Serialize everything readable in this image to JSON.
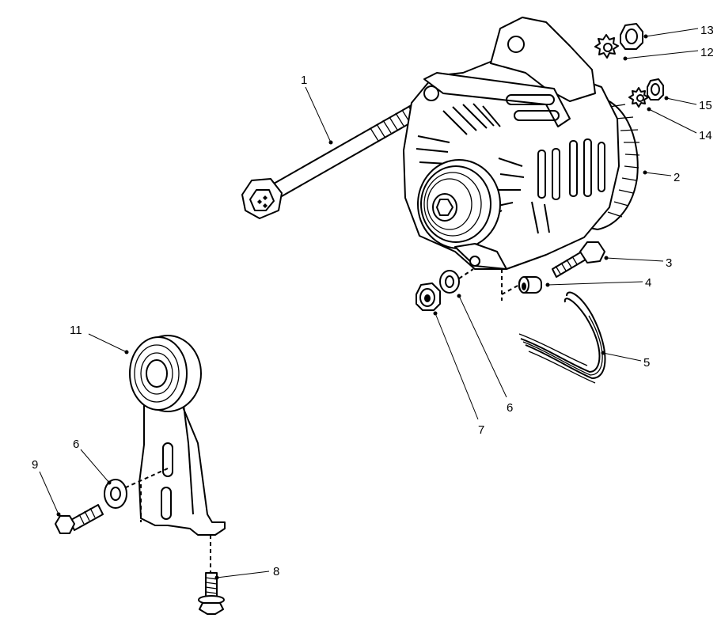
{
  "callouts": [
    {
      "id": "1",
      "label": "1"
    },
    {
      "id": "2",
      "label": "2"
    },
    {
      "id": "3",
      "label": "3"
    },
    {
      "id": "4",
      "label": "4"
    },
    {
      "id": "5",
      "label": "5"
    },
    {
      "id": "6a",
      "label": "6"
    },
    {
      "id": "6b",
      "label": "6"
    },
    {
      "id": "7",
      "label": "7"
    },
    {
      "id": "8",
      "label": "8"
    },
    {
      "id": "9",
      "label": "9"
    },
    {
      "id": "11",
      "label": "11"
    },
    {
      "id": "12",
      "label": "12"
    },
    {
      "id": "13",
      "label": "13"
    },
    {
      "id": "14",
      "label": "14"
    },
    {
      "id": "15",
      "label": "15"
    }
  ]
}
